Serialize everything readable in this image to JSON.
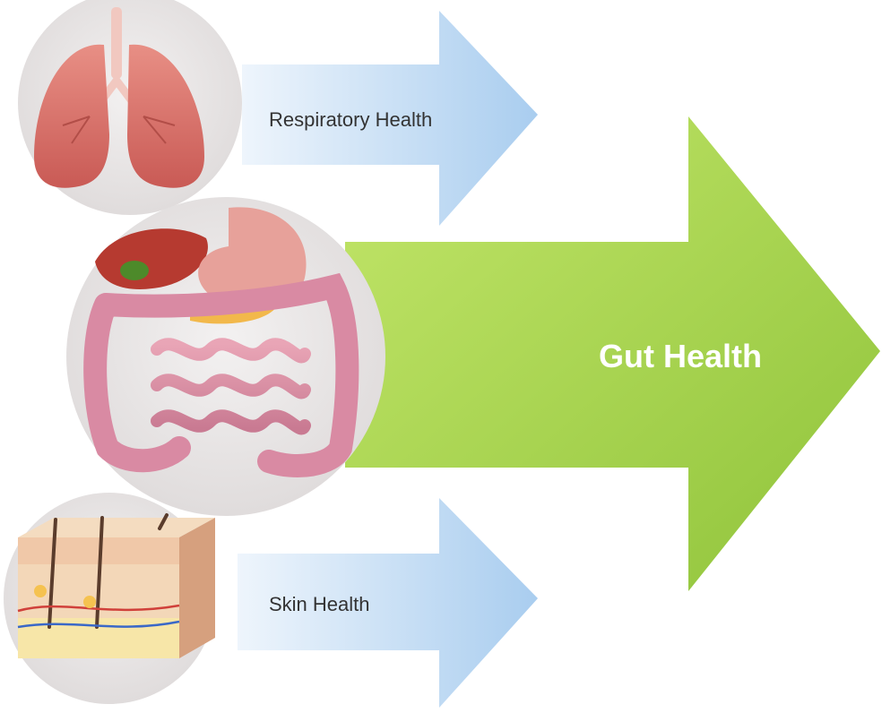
{
  "arrows": {
    "respiratory": {
      "label": "Respiratory Health",
      "icon": "lungs-icon"
    },
    "gut": {
      "label": "Gut Health",
      "icon": "digestive-system-icon"
    },
    "skin": {
      "label": "Skin Health",
      "icon": "skin-layers-icon"
    }
  },
  "colors": {
    "blue_arrow_light": "#eef5fc",
    "blue_arrow_dark": "#a9cdef",
    "green_arrow_light": "#c3e66a",
    "green_arrow_dark": "#8fc33a",
    "circle_bg": "#e6e3e3",
    "text_dark": "#333333",
    "text_light": "#ffffff"
  }
}
